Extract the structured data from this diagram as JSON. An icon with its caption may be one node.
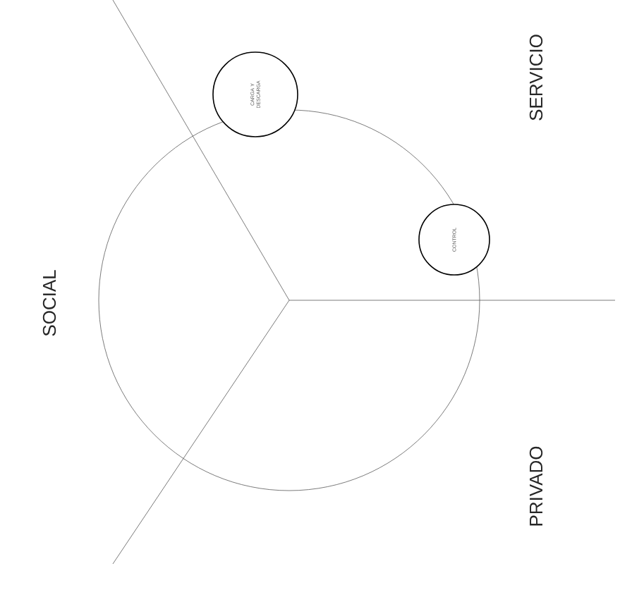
{
  "diagram": {
    "nodes": [
      {
        "text": [
          "CARGA Y DESCARGA"
        ]
      },
      {
        "text": [
          "CONTROL"
        ]
      }
    ],
    "labels": [
      "SERVICIO",
      "SOCIAL",
      "PRIVADO"
    ]
  }
}
